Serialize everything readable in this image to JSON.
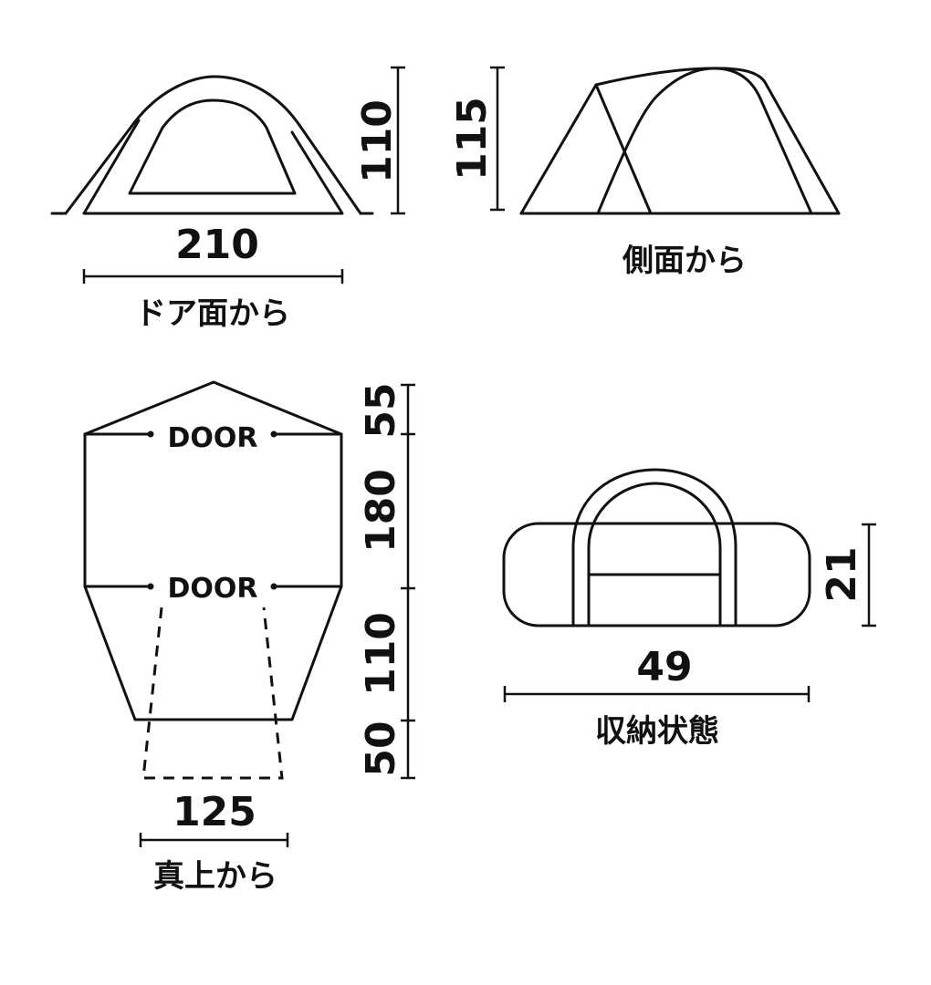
{
  "views": {
    "door_view": {
      "label": "ドア面から",
      "width": "210",
      "height": "110"
    },
    "side_view": {
      "label": "側面から",
      "height": "115"
    },
    "top_view": {
      "label": "真上から",
      "door_front": "DOOR",
      "door_rear": "DOOR",
      "width": "125",
      "segments": [
        "55",
        "180",
        "110",
        "50"
      ]
    },
    "storage_view": {
      "label": "収納状態",
      "length": "49",
      "height": "21"
    }
  },
  "colors": {
    "line": "#111111",
    "background": "#ffffff"
  }
}
